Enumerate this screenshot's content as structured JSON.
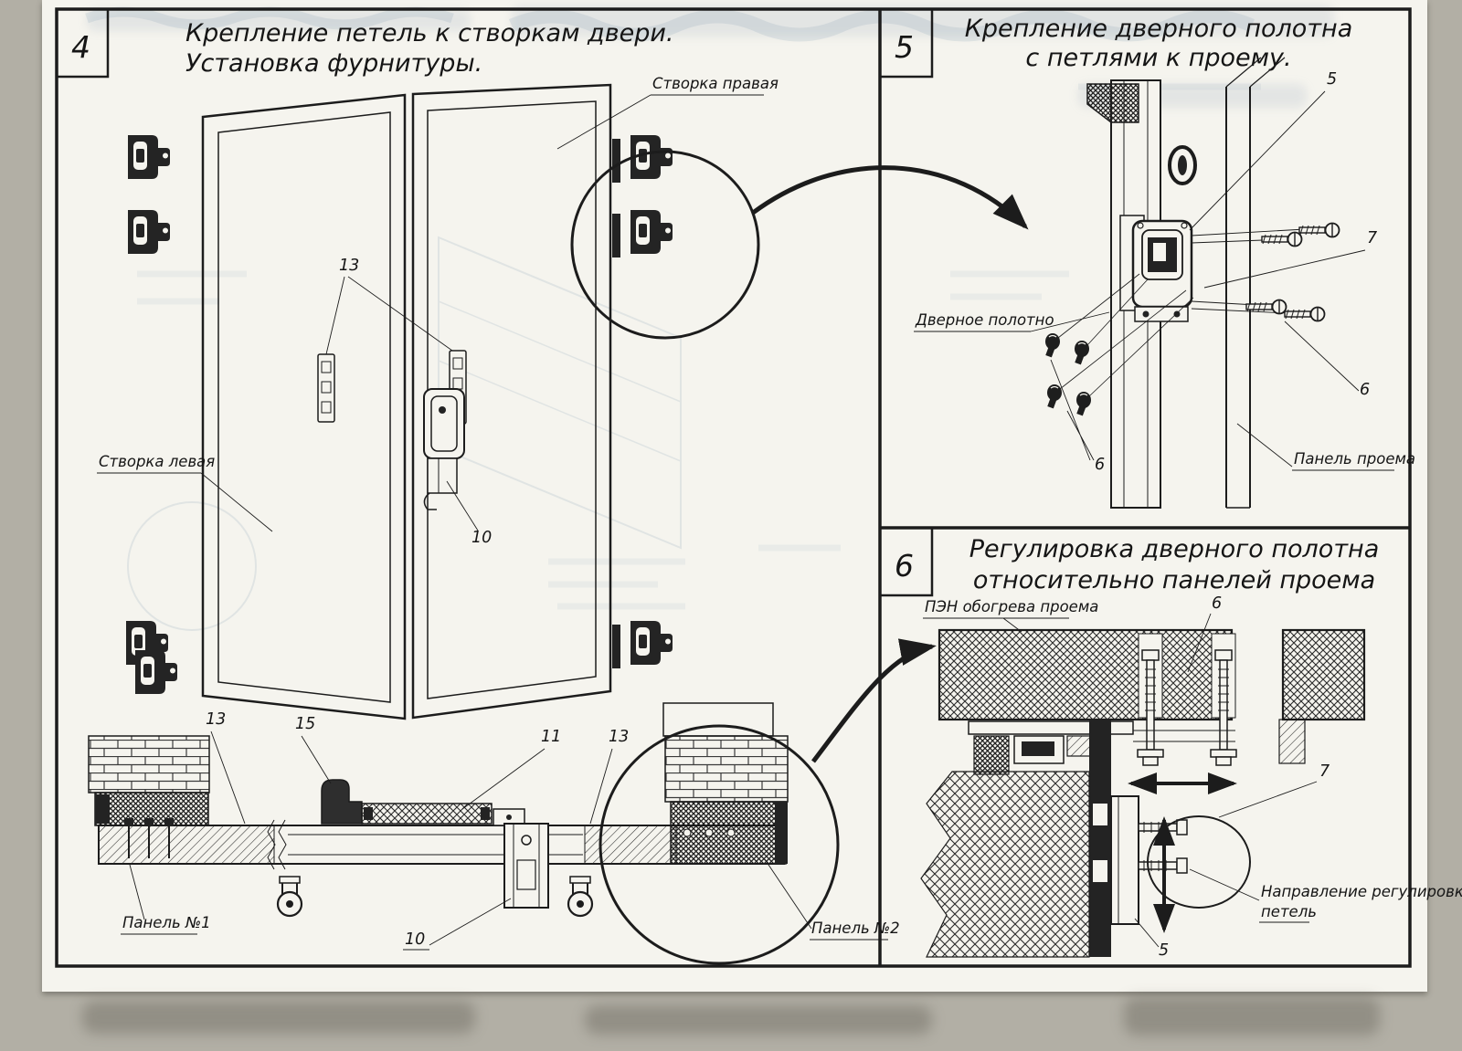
{
  "document": {
    "kind": "Scanned door-assembly instruction sheet",
    "language": "ru"
  },
  "colors": {
    "paper": "#f5f4ee",
    "ink": "#1c1c1c",
    "scan_background": "#b2afa5"
  },
  "panel4": {
    "number": "4",
    "title1": "Крепление петель к створкам двери.",
    "title2": "Установка фурнитуры.",
    "labels": {
      "right_leaf": "Створка правая",
      "left_leaf": "Створка левая",
      "panel_no1": "Панель №1",
      "panel_no2": "Панель №2"
    },
    "callouts": {
      "hinge_plates": "13",
      "lock": "10",
      "section_left": "13",
      "section_bracket": "15",
      "section_bar": "11",
      "section_right": "13",
      "section_lock": "10"
    }
  },
  "panel5": {
    "number": "5",
    "title1": "Крепление дверного полотна",
    "title2": "с петлями к проему.",
    "labels": {
      "door_leaf": "Дверное полотно",
      "opening_panel": "Панель проема"
    },
    "callouts": {
      "hinge": "5",
      "screws_upper": "7",
      "screws_lower": "6",
      "bolts": "6"
    }
  },
  "panel6": {
    "number": "6",
    "title1": "Регулировка дверного полотна",
    "title2": "относительно панелей проема",
    "labels": {
      "heater": "ПЭН обогрева проема",
      "direction1": "Направление регулировки",
      "direction2": "петель"
    },
    "callouts": {
      "bolt": "6",
      "hinge_pin": "7",
      "hinge": "5"
    }
  }
}
